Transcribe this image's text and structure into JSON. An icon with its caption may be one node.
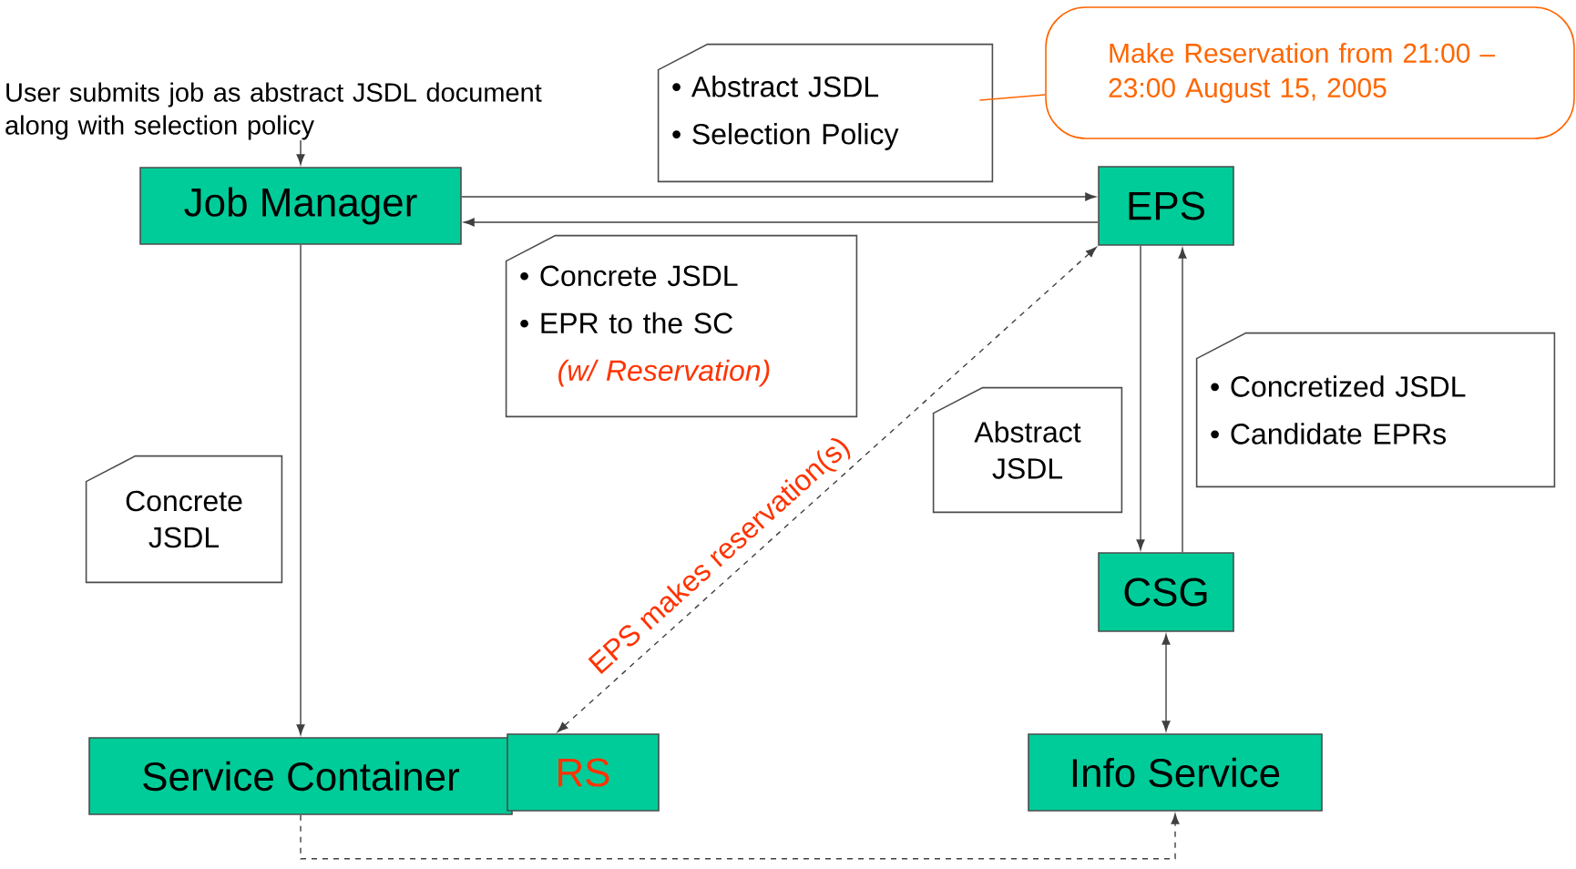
{
  "diagram": {
    "nodes": [
      {
        "text": [
          "Job Manager"
        ]
      },
      {
        "text": [
          "EPS"
        ]
      },
      {
        "text": [
          "CSG"
        ]
      },
      {
        "text": [
          "Info Service"
        ]
      },
      {
        "text": [
          "Service Container"
        ]
      },
      {
        "text": [
          "RS"
        ]
      },
      {
        "text": [
          "User submits job as abstract JSDL document along with selection policy"
        ]
      },
      {
        "text": [
          "Make Reservation from 21:00 – 23:00  August 15, 2005"
        ]
      },
      {
        "text": [
          "• Abstract JSDL",
          "• Selection Policy"
        ]
      },
      {
        "text": [
          "• Concrete JSDL",
          "• EPR to the SC",
          "(w/ Reservation)"
        ]
      },
      {
        "text": [
          "Concrete JSDL"
        ]
      },
      {
        "text": [
          "Abstract JSDL"
        ]
      },
      {
        "text": [
          "• Concretized JSDL",
          "• Candidate EPRs"
        ]
      }
    ],
    "edges": [
      {
        "from": 6,
        "to": 0,
        "arrow": "to"
      },
      {
        "from": 0,
        "to": 1,
        "arrow": "to"
      },
      {
        "from": 1,
        "to": 0,
        "arrow": "to"
      },
      {
        "from": 0,
        "to": 4,
        "arrow": "to"
      },
      {
        "from": 5,
        "to": 1,
        "arrow": "both",
        "style": "dashed",
        "label": "EPS makes reservation(s)"
      },
      {
        "from": 1,
        "to": 2,
        "arrow": "to"
      },
      {
        "from": 2,
        "to": 1,
        "arrow": "to"
      },
      {
        "from": 2,
        "to": 3,
        "arrow": "both"
      },
      {
        "from": 4,
        "to": 3,
        "arrow": "to",
        "style": "dashed"
      },
      {
        "from": 7,
        "to": 8,
        "arrow": "none",
        "color": "#ff6600"
      }
    ]
  }
}
